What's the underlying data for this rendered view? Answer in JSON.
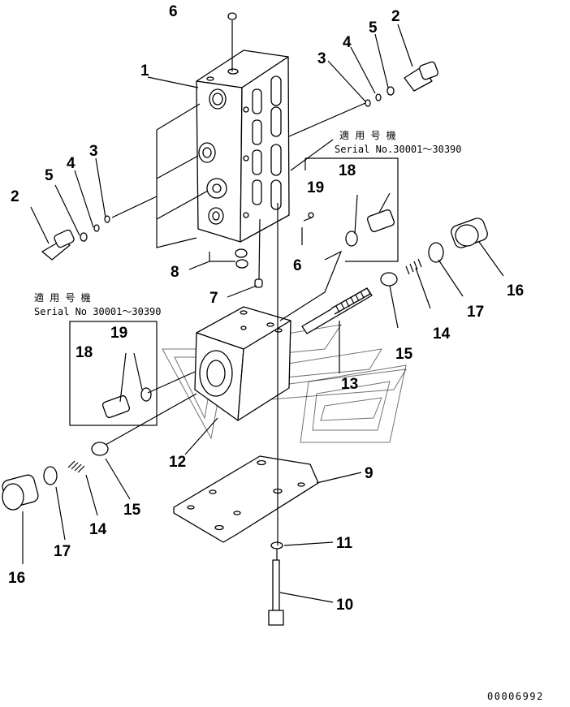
{
  "labels": {
    "p1": "1",
    "p2a": "2",
    "p2b": "2",
    "p3a": "3",
    "p3b": "3",
    "p4a": "4",
    "p4b": "4",
    "p5a": "5",
    "p5b": "5",
    "p6a": "6",
    "p6b": "6",
    "p7": "7",
    "p8": "8",
    "p9": "9",
    "p10": "10",
    "p11": "11",
    "p12": "12",
    "p13": "13",
    "p14a": "14",
    "p14b": "14",
    "p15a": "15",
    "p15b": "15",
    "p16a": "16",
    "p16b": "16",
    "p17a": "17",
    "p17b": "17",
    "p18a": "18",
    "p18b": "18",
    "p19a": "19",
    "p19b": "19"
  },
  "notes": {
    "right": {
      "line1": "適 用 号 機",
      "line2": "Serial No.30001～30390"
    },
    "left": {
      "line1": "適 用 号 機",
      "line2": "Serial No 30001～30390"
    }
  },
  "drawing_code": "00006992"
}
